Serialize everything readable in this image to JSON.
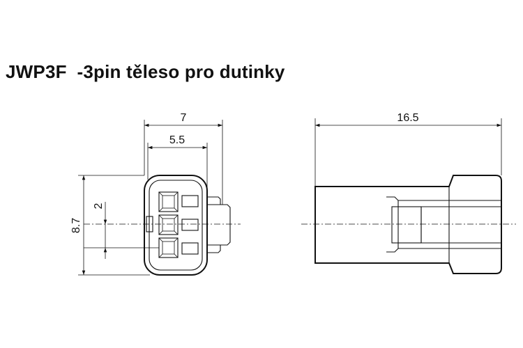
{
  "title": "JWP3F  -3pin těleso pro dutinky",
  "dimensions": {
    "front_width_outer": "7",
    "front_width_inner": "5.5",
    "front_height": "8.7",
    "pin_pitch": "2",
    "side_length": "16.5"
  },
  "colors": {
    "line": "#111111",
    "background": "#ffffff"
  }
}
